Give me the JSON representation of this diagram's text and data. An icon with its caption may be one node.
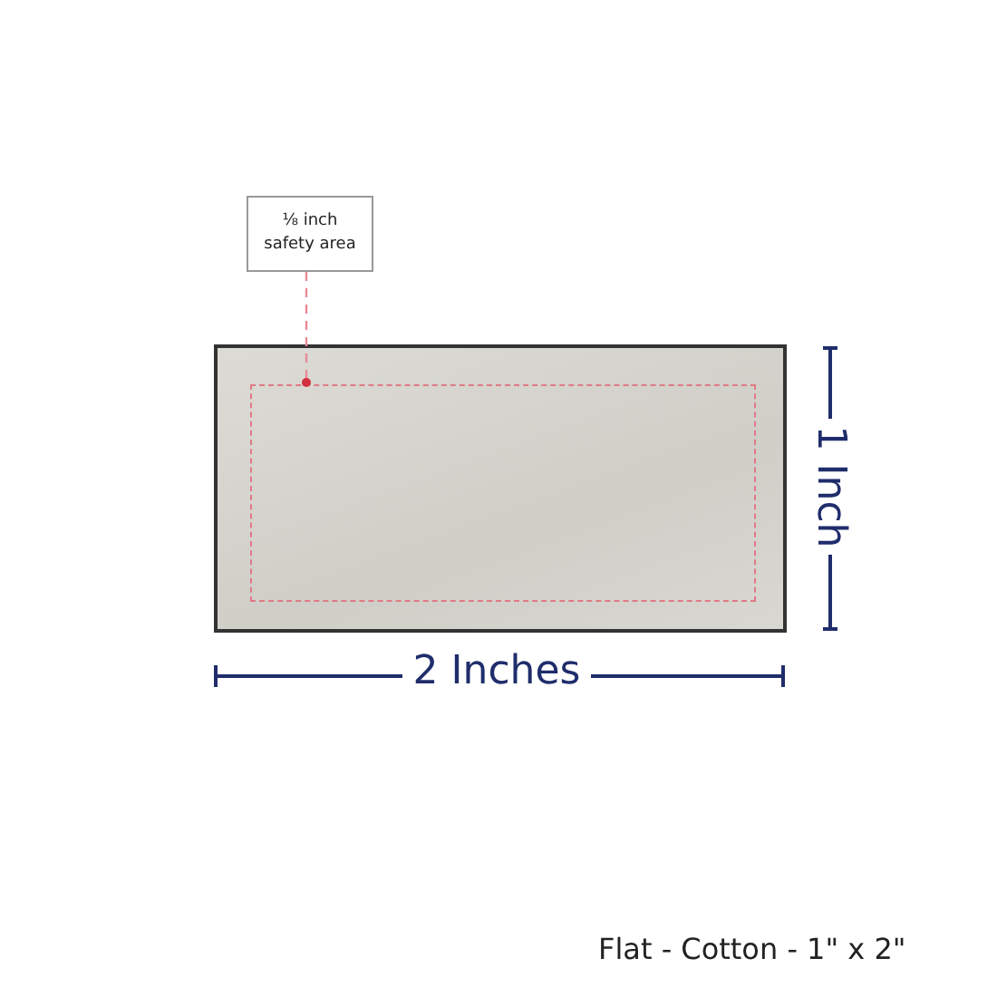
{
  "diagram": {
    "nodes": [
      {
        "text": [
          "⅛ inch safety area"
        ]
      },
      {
        "text": [],
        "shape": "box"
      },
      {
        "text": [],
        "shape": "box",
        "in": 1
      }
    ],
    "edges": [
      {
        "from": 0,
        "to": 2,
        "arrow": "other",
        "style": "dashed"
      }
    ],
    "labels": [
      "2 Inches",
      "1 Inch",
      "Flat - Cotton - 1\" x 2\""
    ]
  }
}
